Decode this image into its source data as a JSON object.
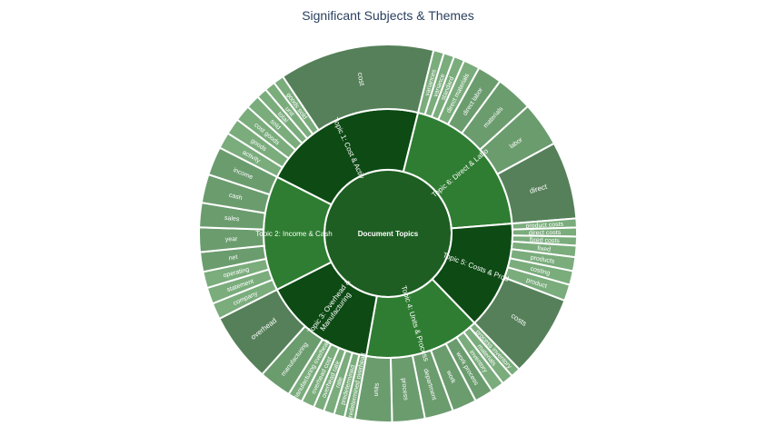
{
  "chart_data": {
    "type": "sunburst",
    "title": "Significant Subjects & Themes",
    "root": "Document Topics",
    "colors": {
      "level1": [
        "#0d4a14",
        "#2f7d32",
        "#0d4a14",
        "#2f7d32",
        "#0d4a14",
        "#2f7d32"
      ],
      "level2_scale": [
        "#558059",
        "#6b9c6e",
        "#7aac7c"
      ],
      "root": "#1e5e22",
      "border": "#ffffff"
    },
    "topics": [
      {
        "label": "Topic 1: Cost & Activity",
        "display": [
          "Topic 1: Cost & Activ"
        ],
        "children": [
          {
            "label": "activity",
            "value": 2.0
          },
          {
            "label": "goods",
            "value": 2.0
          },
          {
            "label": "cost goods",
            "value": 2.0
          },
          {
            "label": "sold",
            "value": 1.7
          },
          {
            "label": "total",
            "value": 1.3
          },
          {
            "label": "unit",
            "value": 1.3
          },
          {
            "label": "goods sold",
            "value": 1.3
          },
          {
            "label": "cost",
            "value": 19.0
          }
        ]
      },
      {
        "label": "Topic 6: Direct & Labor",
        "display": [
          "Topic 6: Direct & Labo"
        ],
        "children": [
          {
            "label": "variances",
            "value": 1.3
          },
          {
            "label": "variance",
            "value": 1.3
          },
          {
            "label": "standard",
            "value": 1.3
          },
          {
            "label": "direct materials",
            "value": 2.0
          },
          {
            "label": "direct labor",
            "value": 3.0
          },
          {
            "label": "materials",
            "value": 4.5
          },
          {
            "label": "labor",
            "value": 5.5
          },
          {
            "label": "direct",
            "value": 9.5
          }
        ]
      },
      {
        "label": "Topic 5: Costs & Products",
        "display": [
          "Topic 5: Costs & Prod"
        ],
        "children": [
          {
            "label": "product costs",
            "value": 1.1
          },
          {
            "label": "direct costs",
            "value": 1.1
          },
          {
            "label": "fixed costs",
            "value": 1.1
          },
          {
            "label": "fixed",
            "value": 1.4
          },
          {
            "label": "products",
            "value": 1.7
          },
          {
            "label": "costing",
            "value": 1.7
          },
          {
            "label": "product",
            "value": 2.0
          },
          {
            "label": "costs",
            "value": 10.0
          }
        ]
      },
      {
        "label": "Topic 4: Units & Process",
        "display": [
          "Topic 4: Units & Process"
        ],
        "children": [
          {
            "label": "process inventory",
            "value": 1.2
          },
          {
            "label": "materials",
            "value": 1.4
          },
          {
            "label": "inventory",
            "value": 1.6
          },
          {
            "label": "work process",
            "value": 2.3
          },
          {
            "label": "work",
            "value": 3.0
          },
          {
            "label": "department",
            "value": 3.5
          },
          {
            "label": "process",
            "value": 4.0
          },
          {
            "label": "units",
            "value": 4.5
          }
        ]
      },
      {
        "label": "Topic 3: Overhead & Manufacturing",
        "display": [
          "Topic 3: Overhead &",
          "Manufacturing"
        ],
        "children": [
          {
            "label": "predetermined overhead",
            "value": 1.3
          },
          {
            "label": "predetermined",
            "value": 1.3
          },
          {
            "label": "rate",
            "value": 1.3
          },
          {
            "label": "overhead rate",
            "value": 1.3
          },
          {
            "label": "overhead cost",
            "value": 1.6
          },
          {
            "label": "manufacturing overhead",
            "value": 1.8
          },
          {
            "label": "manufacturing",
            "value": 4.0
          },
          {
            "label": "overhead",
            "value": 8.5
          }
        ]
      },
      {
        "label": "Topic 2: Income & Cash",
        "display": [
          "Topic 2: Income & Cash"
        ],
        "children": [
          {
            "label": "company",
            "value": 2.0
          },
          {
            "label": "statement",
            "value": 2.0
          },
          {
            "label": "operating",
            "value": 2.0
          },
          {
            "label": "net",
            "value": 2.4
          },
          {
            "label": "year",
            "value": 3.0
          },
          {
            "label": "sales",
            "value": 3.0
          },
          {
            "label": "cash",
            "value": 3.5
          },
          {
            "label": "income",
            "value": 3.5
          }
        ]
      }
    ]
  }
}
